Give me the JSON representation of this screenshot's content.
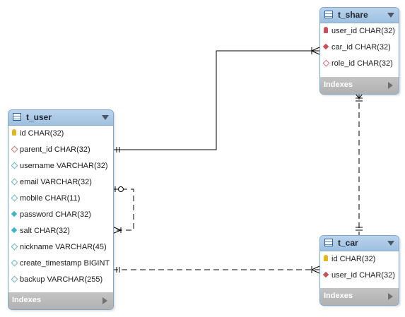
{
  "tables": {
    "t_user": {
      "name": "t_user",
      "columns": [
        {
          "text": "id CHAR(32)",
          "icon": "primary-key-icon"
        },
        {
          "text": "parent_id CHAR(32)",
          "icon": "foreign-key-diamond-icon"
        },
        {
          "text": "username VARCHAR(32)",
          "icon": "nullable-column-icon"
        },
        {
          "text": "email VARCHAR(32)",
          "icon": "nullable-column-icon"
        },
        {
          "text": "mobile CHAR(11)",
          "icon": "nullable-column-icon"
        },
        {
          "text": "password CHAR(32)",
          "icon": "not-null-column-icon"
        },
        {
          "text": "salt CHAR(32)",
          "icon": "not-null-column-icon"
        },
        {
          "text": "nickname VARCHAR(45)",
          "icon": "nullable-column-icon"
        },
        {
          "text": "create_timestamp BIGINT",
          "icon": "nullable-column-icon"
        },
        {
          "text": "backup VARCHAR(255)",
          "icon": "nullable-column-icon"
        }
      ],
      "footer": "Indexes"
    },
    "t_share": {
      "name": "t_share",
      "columns": [
        {
          "text": "user_id CHAR(32)",
          "icon": "primary-foreign-key-icon"
        },
        {
          "text": "car_id CHAR(32)",
          "icon": "foreign-key-diamond-icon"
        },
        {
          "text": "role_id CHAR(32)",
          "icon": "foreign-key-diamond-icon"
        }
      ],
      "footer": "Indexes"
    },
    "t_car": {
      "name": "t_car",
      "columns": [
        {
          "text": "id CHAR(32)",
          "icon": "primary-key-icon"
        },
        {
          "text": "user_id CHAR(32)",
          "icon": "foreign-key-diamond-icon"
        }
      ],
      "footer": "Indexes"
    }
  },
  "colors": {
    "header": "#a8c8e6",
    "border": "#7fa6cc",
    "footer": "#b8b8b8",
    "primary_key": "#e3b51f",
    "foreign_key": "#c8505a",
    "not_null": "#3fb7c2",
    "connector": "#000000"
  }
}
